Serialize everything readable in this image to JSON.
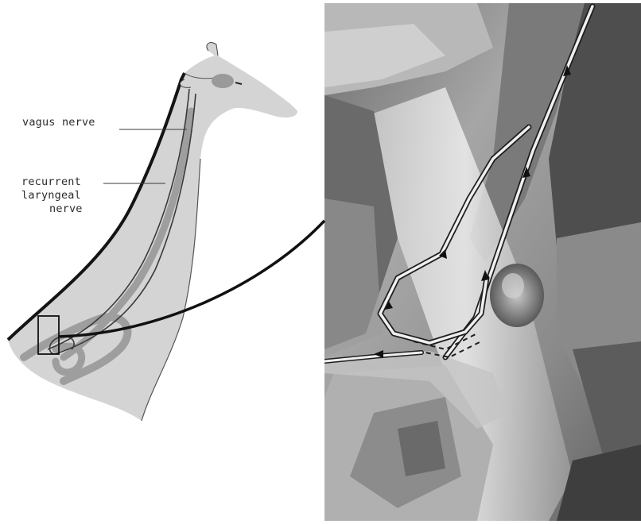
{
  "labels": {
    "vagus": "vagus nerve",
    "recurrent_line1": "recurrent",
    "recurrent_line2": "laryngeal",
    "recurrent_line3": "nerve"
  },
  "colors": {
    "giraffe_fill": "#d4d4d4",
    "giraffe_outline": "#1a1a1a",
    "nerve_line": "#3a3a3a",
    "vessel_fill": "#9e9e9e",
    "photo_base": "#8f8f8f",
    "photo_highlight": "#e6e6e6",
    "photo_shadow": "#3c3c3c"
  },
  "icons": {
    "giraffe": "giraffe-neck-diagram",
    "dissection": "dissection-photo"
  }
}
